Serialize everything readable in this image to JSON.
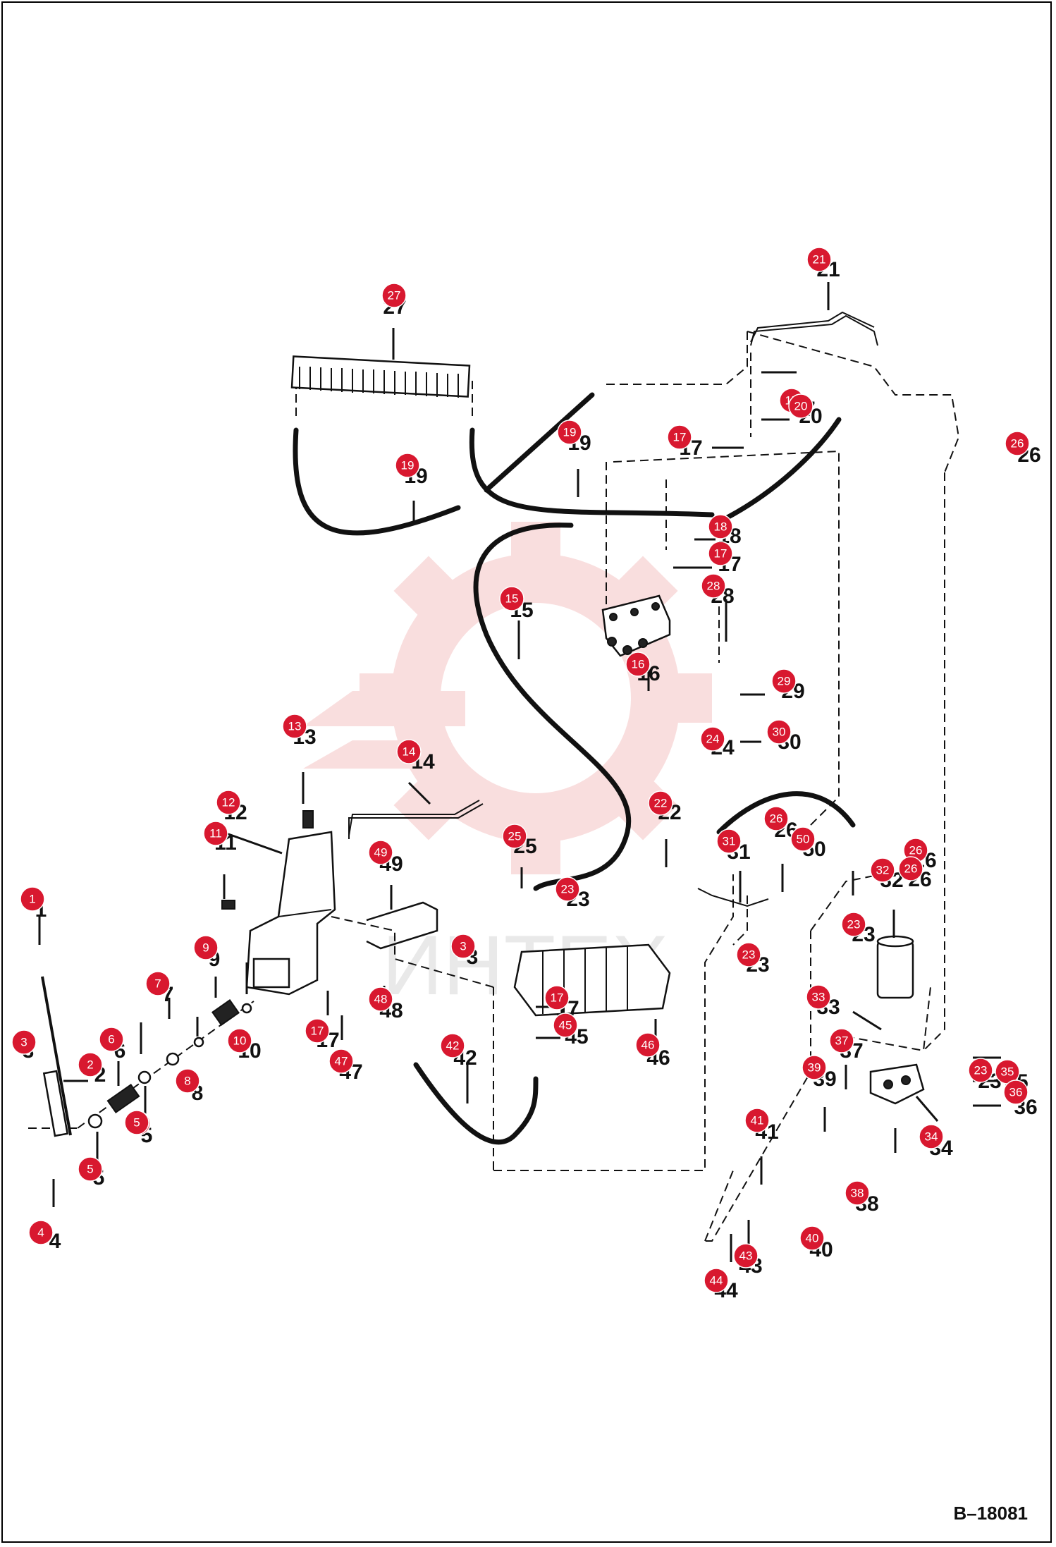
{
  "document": {
    "id": "B–18081",
    "watermark_text": "ИНТЕХ"
  },
  "colors": {
    "callout": "#d8182f",
    "line": "#111111",
    "watermark": "#f2b5b5"
  },
  "callouts": [
    {
      "n": "1"
    },
    {
      "n": "2"
    },
    {
      "n": "3"
    },
    {
      "n": "3"
    },
    {
      "n": "4"
    },
    {
      "n": "5"
    },
    {
      "n": "5"
    },
    {
      "n": "6"
    },
    {
      "n": "7"
    },
    {
      "n": "8"
    },
    {
      "n": "9"
    },
    {
      "n": "10"
    },
    {
      "n": "11"
    },
    {
      "n": "12"
    },
    {
      "n": "13"
    },
    {
      "n": "14"
    },
    {
      "n": "15"
    },
    {
      "n": "16"
    },
    {
      "n": "17"
    },
    {
      "n": "17"
    },
    {
      "n": "17"
    },
    {
      "n": "17"
    },
    {
      "n": "17"
    },
    {
      "n": "18"
    },
    {
      "n": "19"
    },
    {
      "n": "19"
    },
    {
      "n": "20"
    },
    {
      "n": "21"
    },
    {
      "n": "22"
    },
    {
      "n": "23"
    },
    {
      "n": "23"
    },
    {
      "n": "23"
    },
    {
      "n": "23"
    },
    {
      "n": "24"
    },
    {
      "n": "25"
    },
    {
      "n": "26"
    },
    {
      "n": "26"
    },
    {
      "n": "26"
    },
    {
      "n": "26"
    },
    {
      "n": "27"
    },
    {
      "n": "28"
    },
    {
      "n": "29"
    },
    {
      "n": "30"
    },
    {
      "n": "31"
    },
    {
      "n": "32"
    },
    {
      "n": "33"
    },
    {
      "n": "34"
    },
    {
      "n": "35"
    },
    {
      "n": "36"
    },
    {
      "n": "37"
    },
    {
      "n": "38"
    },
    {
      "n": "39"
    },
    {
      "n": "40"
    },
    {
      "n": "41"
    },
    {
      "n": "42"
    },
    {
      "n": "43"
    },
    {
      "n": "44"
    },
    {
      "n": "45"
    },
    {
      "n": "46"
    },
    {
      "n": "47"
    },
    {
      "n": "48"
    },
    {
      "n": "49"
    },
    {
      "n": "50"
    },
    {
      "n": "5"
    }
  ]
}
